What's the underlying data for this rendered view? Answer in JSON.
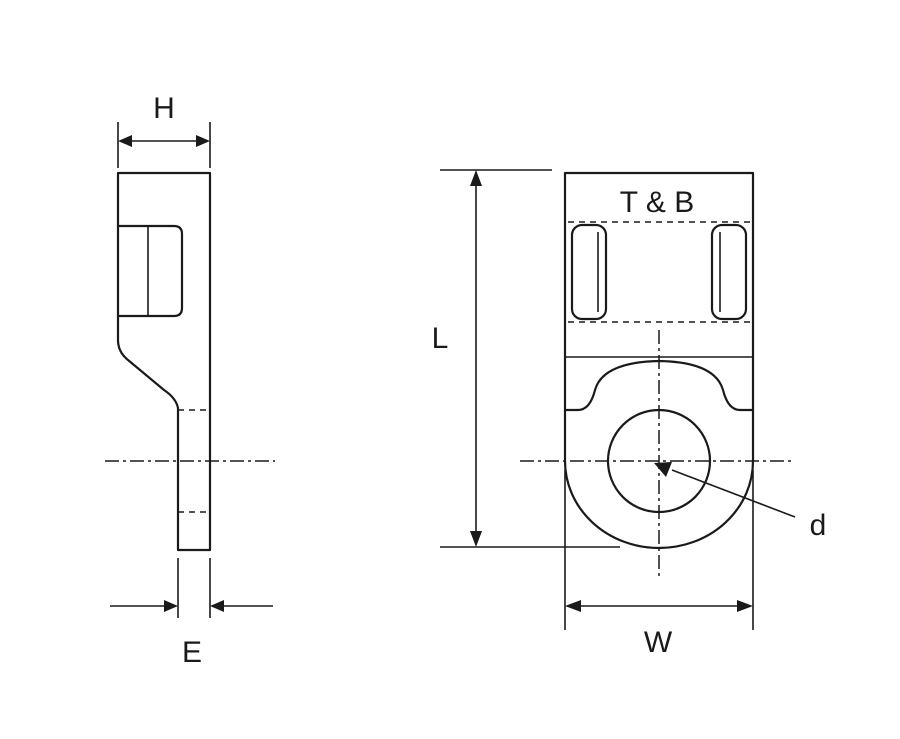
{
  "labels": {
    "height": "H",
    "thickness": "E",
    "length": "L",
    "width": "W",
    "tongue": "T & B",
    "hole_diameter": "d"
  }
}
